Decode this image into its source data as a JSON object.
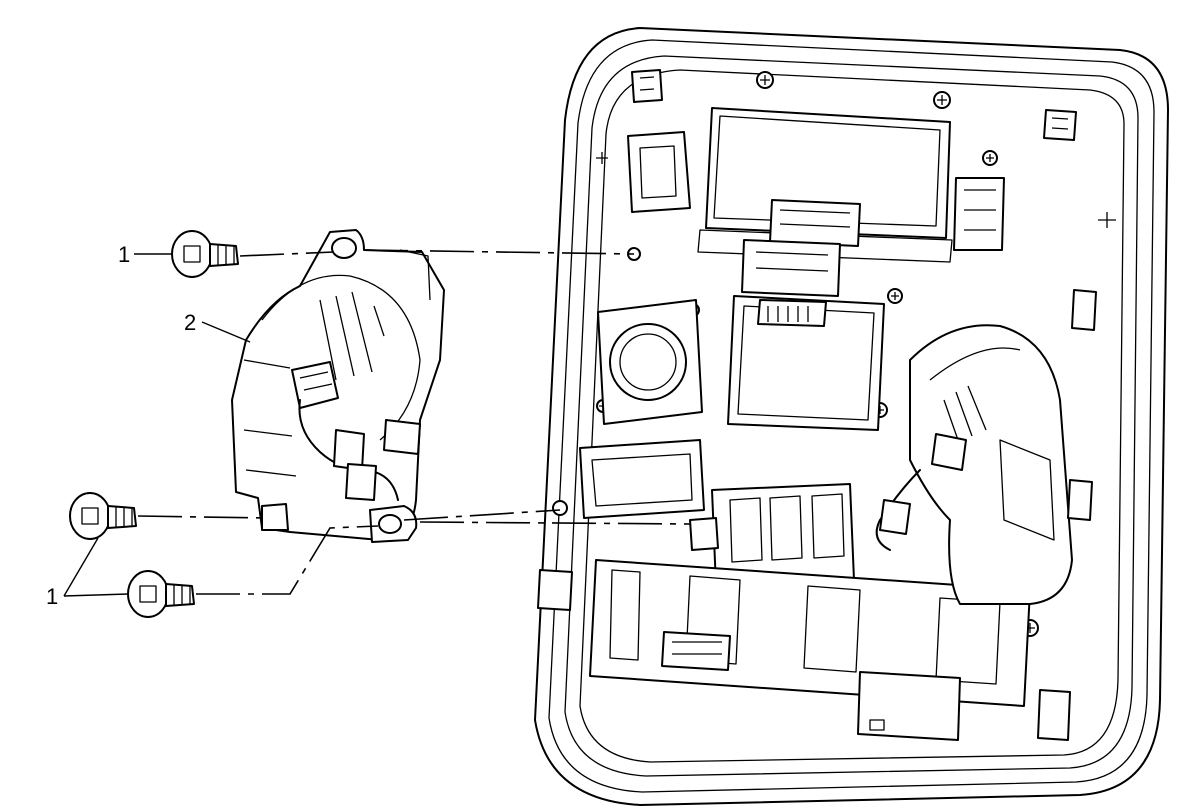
{
  "callouts": {
    "fastener_top": "1",
    "component": "2",
    "fasteners_bottom": "1"
  }
}
